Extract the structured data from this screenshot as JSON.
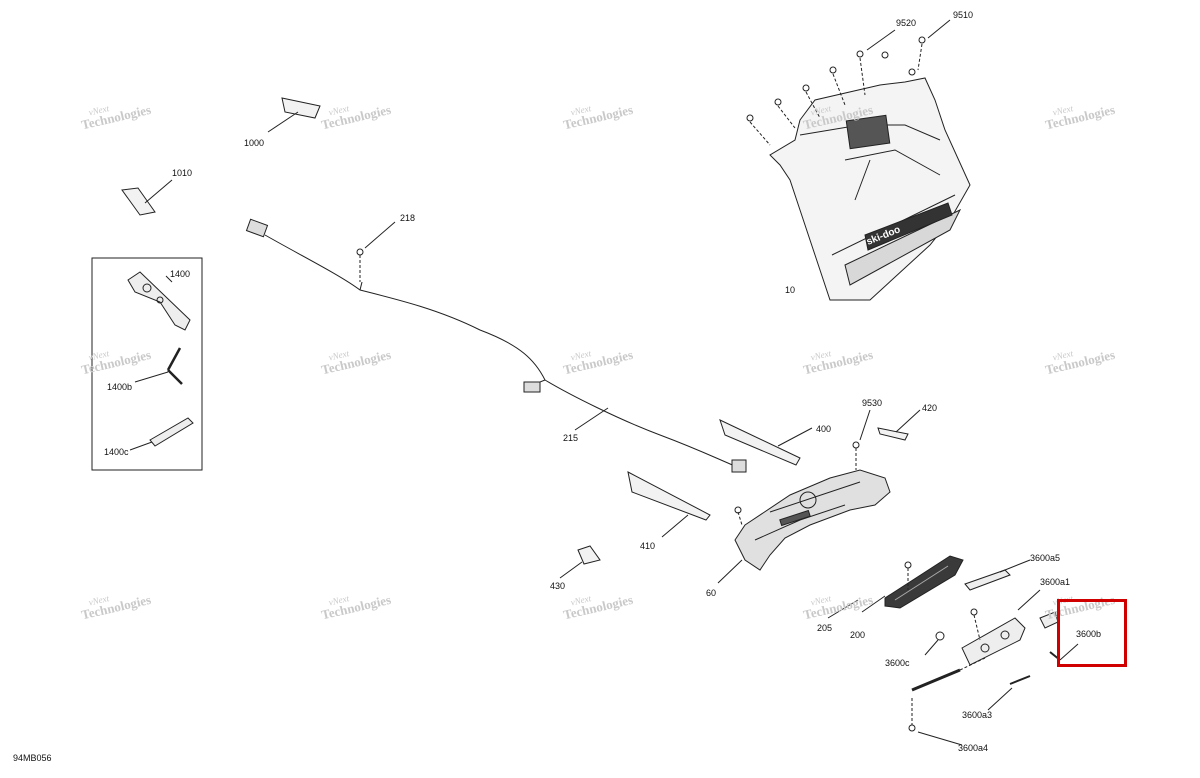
{
  "diagram": {
    "code": "94MB056",
    "watermark": {
      "line1": "vNext",
      "line2": "Technologies"
    },
    "parts": {
      "p9510": "9510",
      "p9520": "9520",
      "p1000": "1000",
      "p1010": "1010",
      "p218": "218",
      "p10": "10",
      "p1400": "1400",
      "p1400b": "1400b",
      "p1400c": "1400c",
      "p215": "215",
      "p9530": "9530",
      "p420": "420",
      "p400": "400",
      "p410": "410",
      "p430": "430",
      "p60": "60",
      "p3600a5": "3600a5",
      "p3600a1": "3600a1",
      "p205": "205",
      "p200": "200",
      "p3600b": "3600b",
      "p3600c": "3600c",
      "p3600a3": "3600a3",
      "p3600a4": "3600a4"
    },
    "highlight_color": "#d10000"
  }
}
